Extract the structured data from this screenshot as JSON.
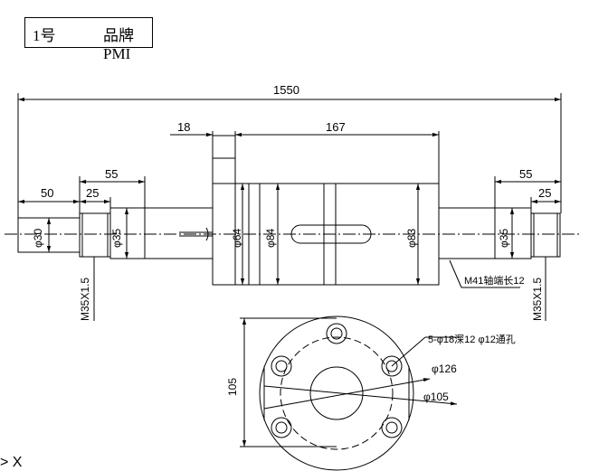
{
  "title": {
    "number": "1号",
    "brand": "品牌PMI"
  },
  "dimensions": {
    "total_length": "1550",
    "d18": "18",
    "d167": "167",
    "d55_left": "55",
    "d50": "50",
    "d25_left": "25",
    "d55_right": "55",
    "d25_right": "25",
    "dia30": "φ30",
    "dia35_left": "φ35",
    "dia64": "φ64",
    "dia84": "φ84",
    "dia83": "φ83",
    "dia35_right": "φ35",
    "thread_left": "M35X1.5",
    "thread_right": "M35X1.5",
    "m41": "M41轴端长12"
  },
  "flange": {
    "height": "105",
    "holes": "5-φ18深12 φ12通孔",
    "pcd": "φ126",
    "inner": "φ105"
  },
  "axis_indicator": "> X"
}
